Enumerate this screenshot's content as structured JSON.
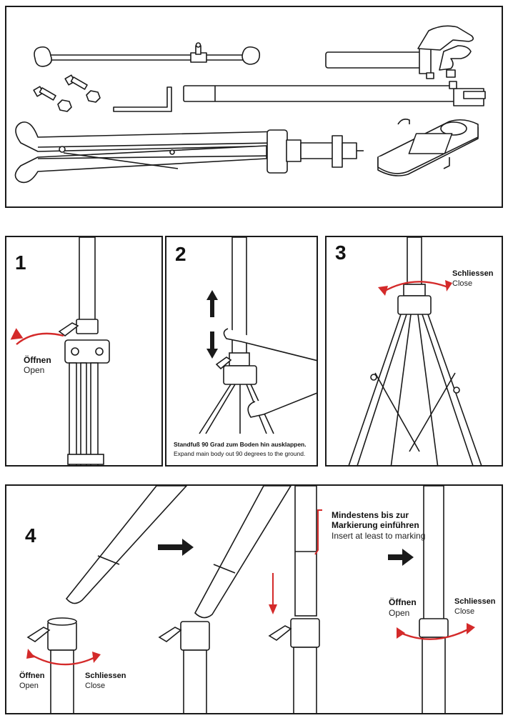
{
  "colors": {
    "line": "#1a1a1a",
    "accent": "#d42a2a",
    "fill": "#ffffff"
  },
  "parts_panel": {
    "icons": [
      "clamp-rod-icon",
      "bolt-nut-icon",
      "allen-key-icon",
      "clamp-head-icon",
      "tube-icon",
      "tripod-icon",
      "tool-tray-icon"
    ]
  },
  "step1": {
    "number": "1",
    "open_de": "Öffnen",
    "open_en": "Open"
  },
  "step2": {
    "number": "2",
    "caption_de": "Standfuß 90 Grad zum Boden hin ausklappen.",
    "caption_en": "Expand main body out 90 degrees to the ground."
  },
  "step3": {
    "number": "3",
    "close_de": "Schliessen",
    "close_en": "Close"
  },
  "step4": {
    "number": "4",
    "insert_de_1": "Mindestens bis zur",
    "insert_de_2": "Markierung einführen",
    "insert_en": "Insert at least to marking",
    "open_de": "Öffnen",
    "open_en": "Open",
    "close_de": "Schliessen",
    "close_en": "Close",
    "open2_de": "Öffnen",
    "open2_en": "Open",
    "close2_de": "Schliessen",
    "close2_en": "Close"
  }
}
